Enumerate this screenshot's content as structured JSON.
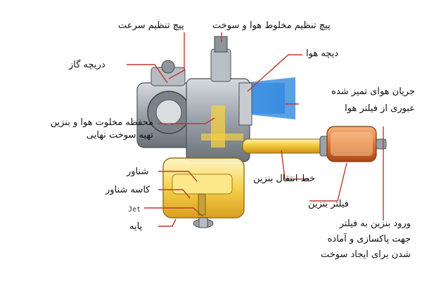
{
  "labels": {
    "speed_adjust_screw": "پیچ تنظیم سرعت",
    "mixture_adjust_screw": "پیچ تنظیم مخلوط هوا و سوخت",
    "air_valve": "دیچه هوا",
    "throttle_valve": "دریچه گاز",
    "clean_air_flow": [
      "جریان هوای تمیز شده",
      "عبوری از فیلتر هوا"
    ],
    "mixing_chamber": [
      "محفظه مخلوت هوا و بنزین",
      "تهیه سوخت نهایی"
    ],
    "float": "شناور",
    "float_bowl": "کاسه شناور",
    "jet": "Jet",
    "fuel_line": "خط انتقال بنزین",
    "fuel_filter": "فیلتر بنزین",
    "base": "پایه",
    "fuel_inlet": [
      "ورود بنزین به فیلتر",
      "جهت پاکسازی و آماده",
      "شدن برای ایجاد سوخت"
    ]
  },
  "colors": {
    "leader_line": "#c0392b",
    "air_flow": "#3d8fe0",
    "fuel": "#f3c22b",
    "metal": "#9aa1a8",
    "metal_dark": "#5d646b",
    "filter_orange": "#e2742a"
  }
}
